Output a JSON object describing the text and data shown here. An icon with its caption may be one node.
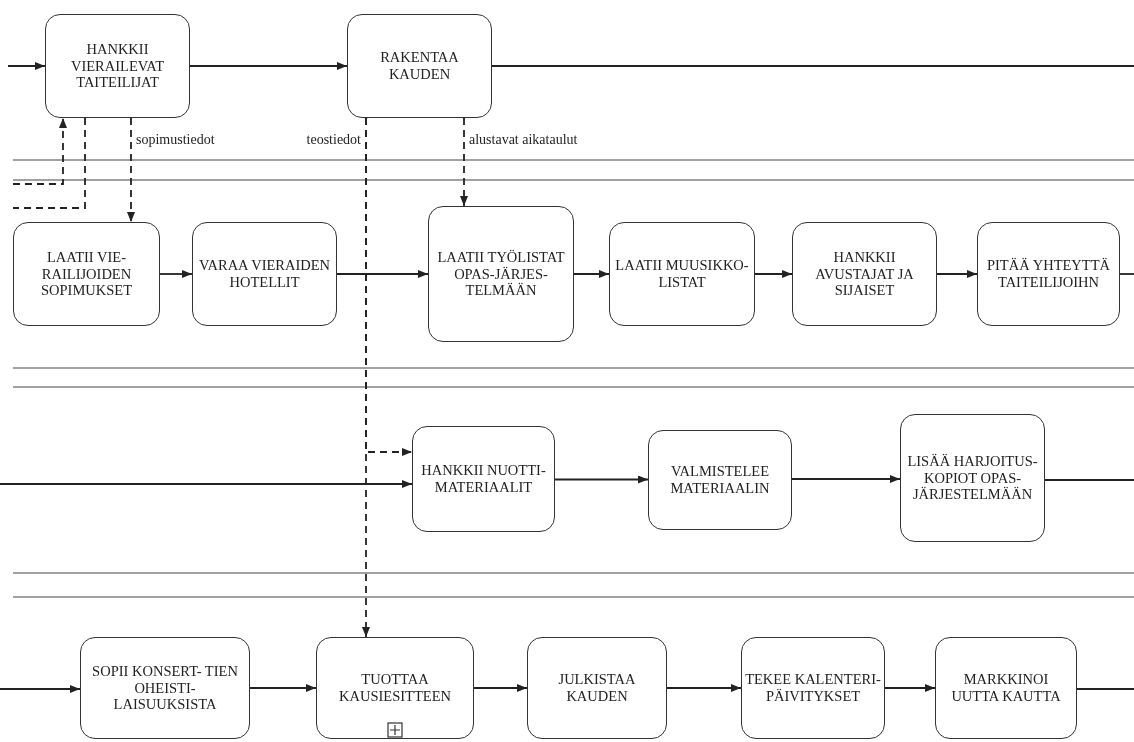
{
  "diagram": {
    "nodes": [
      {
        "text": [
          "HANKKII VIERAILEVAT TAITEILIJAT"
        ]
      },
      {
        "text": [
          "RAKENTAA KAUDEN"
        ]
      },
      {
        "text": [
          "LAATII VIE- RAILIJOIDEN SOPIMUKSET"
        ]
      },
      {
        "text": [
          "VARAA VIERAIDEN HOTELLIT"
        ]
      },
      {
        "text": [
          "LAATII TYÖLISTAT OPAS-JÄRJES- TELMÄÄN"
        ]
      },
      {
        "text": [
          "LAATII MUUSIKKO- LISTAT"
        ]
      },
      {
        "text": [
          "HANKKII AVUSTAJAT JA SIJAISET"
        ]
      },
      {
        "text": [
          "PITÄÄ YHTEYTTÄ TAITEILIJOIHN"
        ]
      },
      {
        "text": [
          "HANKKII NUOTTI- MATERIAALIT"
        ]
      },
      {
        "text": [
          "VALMISTELEE MATERIAALIN"
        ]
      },
      {
        "text": [
          "LISÄÄ HARJOITUS- KOPIOT OPAS- JÄRJESTELMÄÄN"
        ]
      },
      {
        "text": [
          "SOPII KONSERT- TIEN OHEISTI- LAISUUKSISTA"
        ]
      },
      {
        "text": [
          "TUOTTAA KAUSIESITTEEN"
        ]
      },
      {
        "text": [
          "JULKISTAA KAUDEN"
        ]
      },
      {
        "text": [
          "TEKEE KALENTERI- PÄIVITYKSET"
        ]
      },
      {
        "text": [
          "MARKKINOI UUTTA KAUTTA"
        ]
      }
    ],
    "edges": [
      {
        "from": null,
        "to": 0,
        "arrow": "to"
      },
      {
        "from": 0,
        "to": 1,
        "arrow": "to"
      },
      {
        "from": 1,
        "to": null,
        "arrow": "none"
      },
      {
        "from": null,
        "to": 0,
        "arrow": "to",
        "style": "dashed"
      },
      {
        "from": 0,
        "to": null,
        "arrow": "other",
        "style": "dashed"
      },
      {
        "from": 0,
        "to": 2,
        "arrow": "to",
        "style": "dashed",
        "label": "sopimustiedot"
      },
      {
        "from": 1,
        "to": 4,
        "arrow": "to",
        "style": "dashed",
        "label": "alustavat aikataulut"
      },
      {
        "from": 1,
        "to": 8,
        "arrow": "to",
        "style": "dashed",
        "label": "teostiedot"
      },
      {
        "from": 1,
        "to": 12,
        "arrow": "to",
        "style": "dashed"
      },
      {
        "from": 2,
        "to": 3,
        "arrow": "to"
      },
      {
        "from": 3,
        "to": 4,
        "arrow": "to"
      },
      {
        "from": 4,
        "to": 5,
        "arrow": "to"
      },
      {
        "from": 5,
        "to": 6,
        "arrow": "to"
      },
      {
        "from": 6,
        "to": 7,
        "arrow": "to"
      },
      {
        "from": 7,
        "to": null,
        "arrow": "none"
      },
      {
        "from": null,
        "to": 8,
        "arrow": "to"
      },
      {
        "from": 8,
        "to": 9,
        "arrow": "to"
      },
      {
        "from": 9,
        "to": 10,
        "arrow": "to"
      },
      {
        "from": 10,
        "to": null,
        "arrow": "none"
      },
      {
        "from": null,
        "to": 11,
        "arrow": "to"
      },
      {
        "from": 11,
        "to": 12,
        "arrow": "to"
      },
      {
        "from": 12,
        "to": 13,
        "arrow": "to"
      },
      {
        "from": 13,
        "to": 14,
        "arrow": "to"
      },
      {
        "from": 14,
        "to": 15,
        "arrow": "to"
      },
      {
        "from": 15,
        "to": null,
        "arrow": "none"
      }
    ]
  }
}
